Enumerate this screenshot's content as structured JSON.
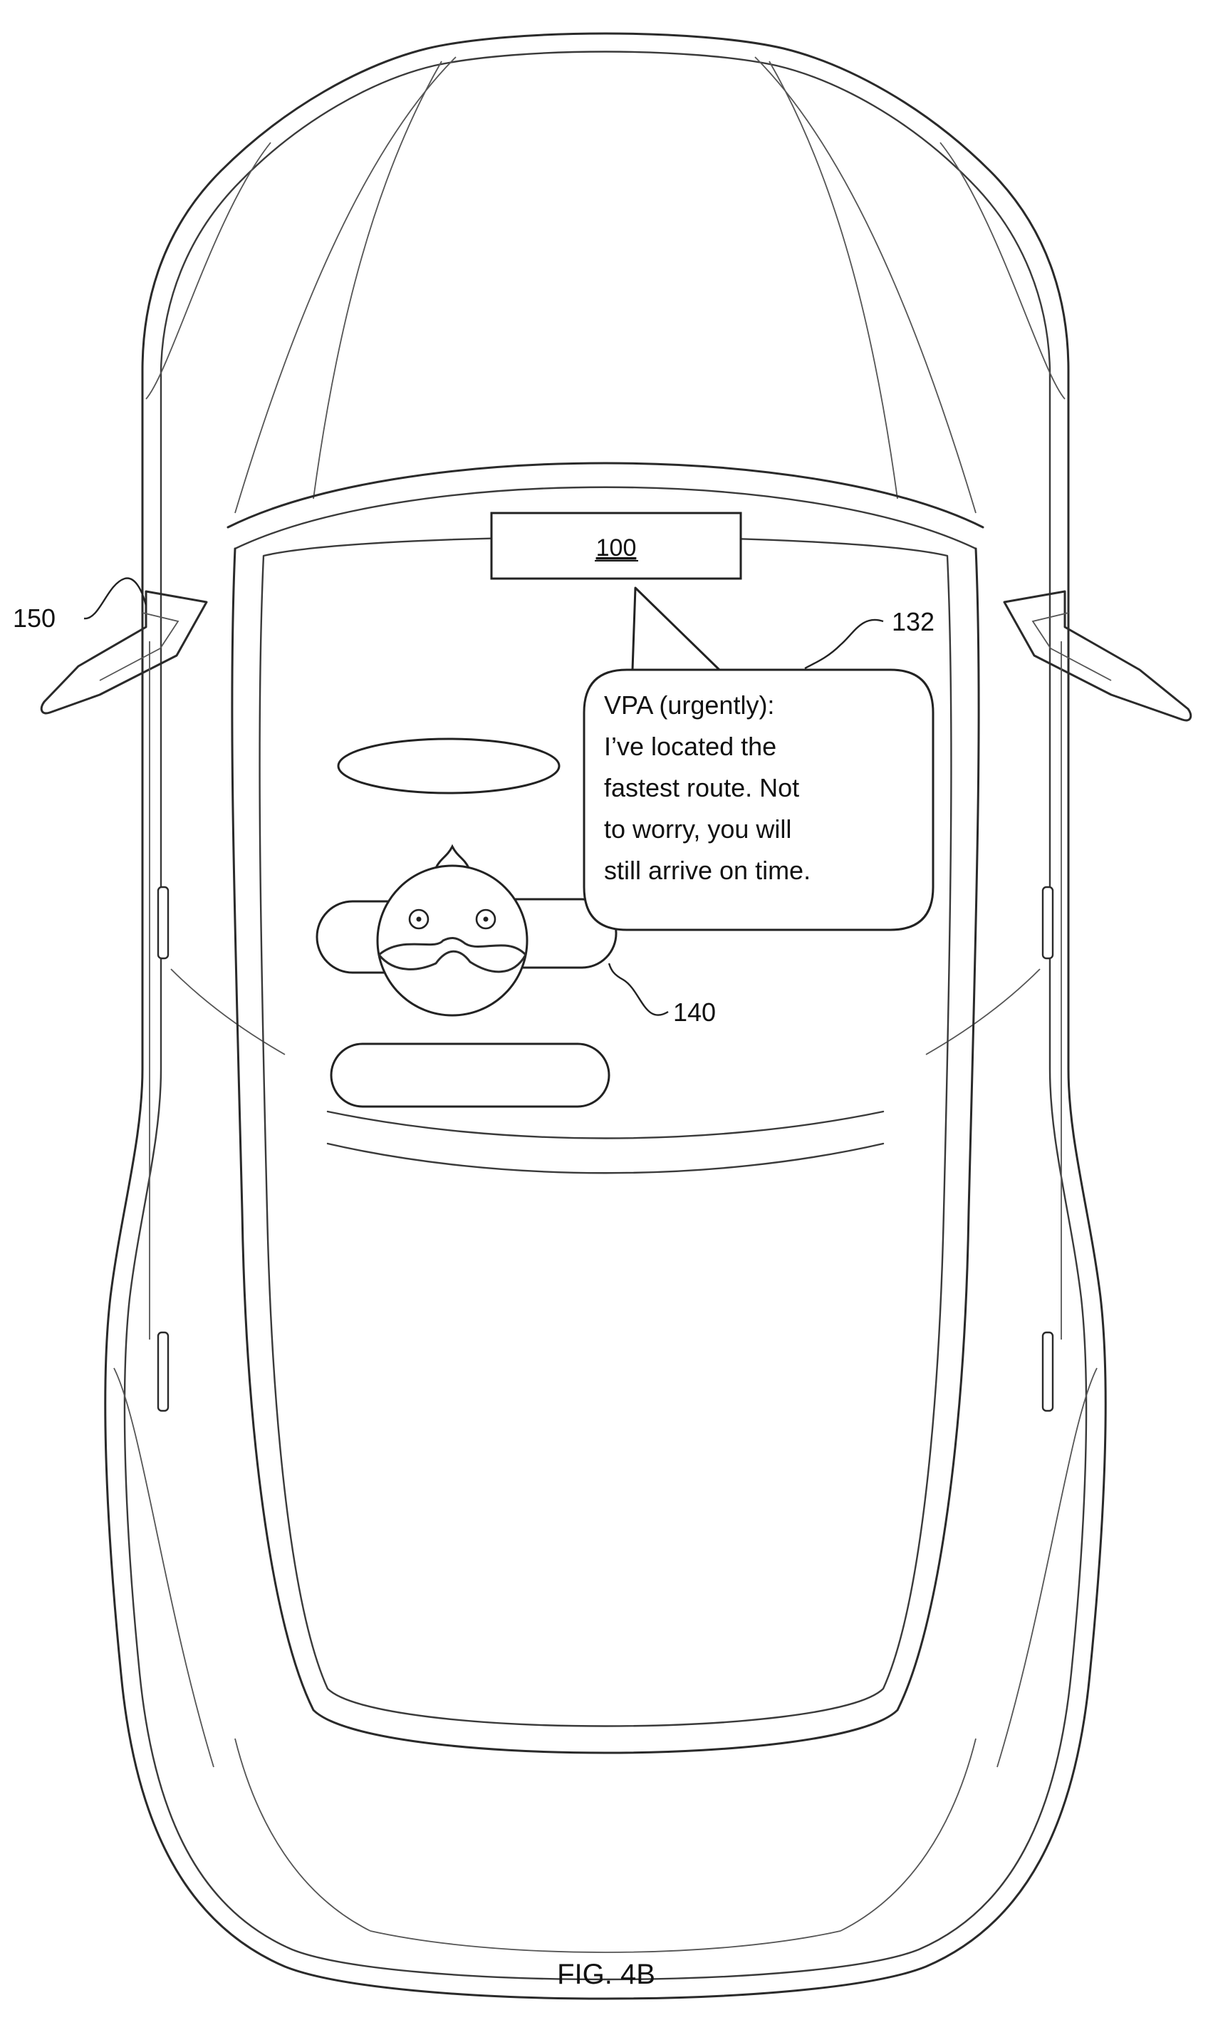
{
  "figure": {
    "label": "FIG. 4B"
  },
  "callouts": {
    "system_ref": "100",
    "speech_ref": "132",
    "avatar_ref": "140",
    "mirror_ref": "150"
  },
  "speech_bubble": {
    "lines": [
      "VPA (urgently):",
      "I’ve located the",
      "fastest route. Not",
      "to worry, you will",
      "still arrive on time."
    ]
  }
}
